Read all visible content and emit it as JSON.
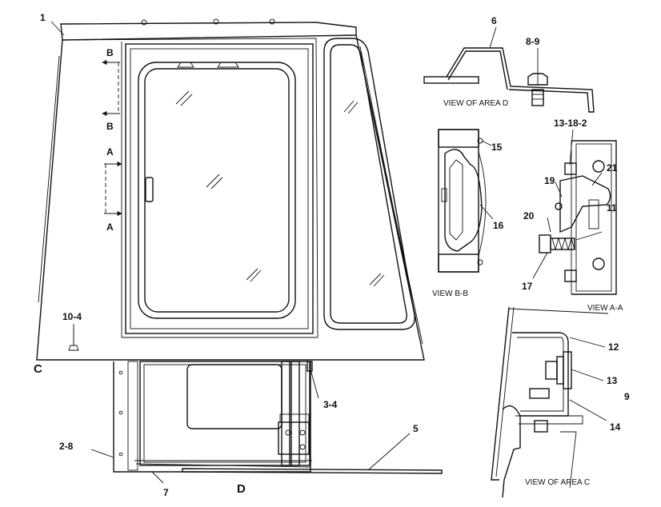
{
  "callouts": {
    "c1": "1",
    "c6": "6",
    "c8_9": "8-9",
    "c13_18_2": "13-18-2",
    "c15": "15",
    "c16": "16",
    "c17": "17",
    "c19": "19",
    "c20": "20",
    "c21": "21",
    "c11": "11",
    "c10_4": "10-4",
    "c3_4": "3-4",
    "c5": "5",
    "c2_8": "2-8",
    "c7": "7",
    "c12": "12",
    "c13": "13",
    "c9": "9",
    "c14": "14"
  },
  "markers": {
    "B_top": "B",
    "B_bottom": "B",
    "A_top": "A",
    "A_bottom": "A",
    "C": "C",
    "D": "D"
  },
  "captions": {
    "view_d": "VIEW OF AREA D",
    "view_bb": "VIEW B-B",
    "view_aa": "VIEW A-A",
    "view_c": "VIEW OF AREA C"
  }
}
